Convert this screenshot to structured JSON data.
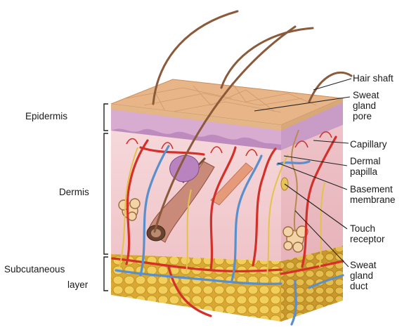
{
  "left_labels": {
    "epidermis": "Epidermis",
    "dermis": "Dermis",
    "subcutaneous_line1": "Subcutaneous",
    "subcutaneous_line2": "layer"
  },
  "right_labels": {
    "hair_shaft": "Hair shaft",
    "sweat_gland_pore": [
      "Sweat",
      "gland",
      "pore"
    ],
    "capillary": "Capillary",
    "dermal_papilla": [
      "Dermal",
      "papilla"
    ],
    "basement_membrane": [
      "Basement",
      "membrane"
    ],
    "touch_receptor": [
      "Touch",
      "receptor"
    ],
    "sweat_gland_duct": [
      "Sweat",
      "gland",
      "duct"
    ]
  },
  "colors": {
    "epidermis_top": "#e9b98a",
    "epidermis_band": "#c9a3cc",
    "dermis": "#f4d2d6",
    "subcutaneous_fat": "#e8c24a",
    "artery": "#d8312a",
    "vein": "#5b8ec9",
    "hair": "#8a5a3a"
  }
}
